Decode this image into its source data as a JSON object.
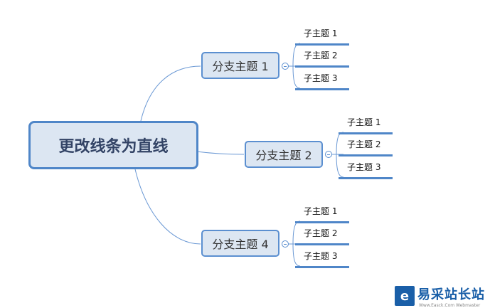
{
  "central_topic": "更改线条为直线",
  "branches": [
    {
      "label": "分支主题 1",
      "subtopics": [
        "子主题 1",
        "子主题 2",
        "子主题 3"
      ]
    },
    {
      "label": "分支主题 2",
      "subtopics": [
        "子主题 1",
        "子主题 2",
        "子主题 3"
      ]
    },
    {
      "label": "分支主题 4",
      "subtopics": [
        "子主题 1",
        "子主题 2",
        "子主题 3"
      ]
    }
  ],
  "watermark": {
    "text": "易采站长站",
    "subtext": "Www.Easck.Com Webmaster"
  },
  "colors": {
    "line": "#5b8fd0",
    "node_fill": "#dce6f2",
    "node_border": "#4f86c8"
  }
}
